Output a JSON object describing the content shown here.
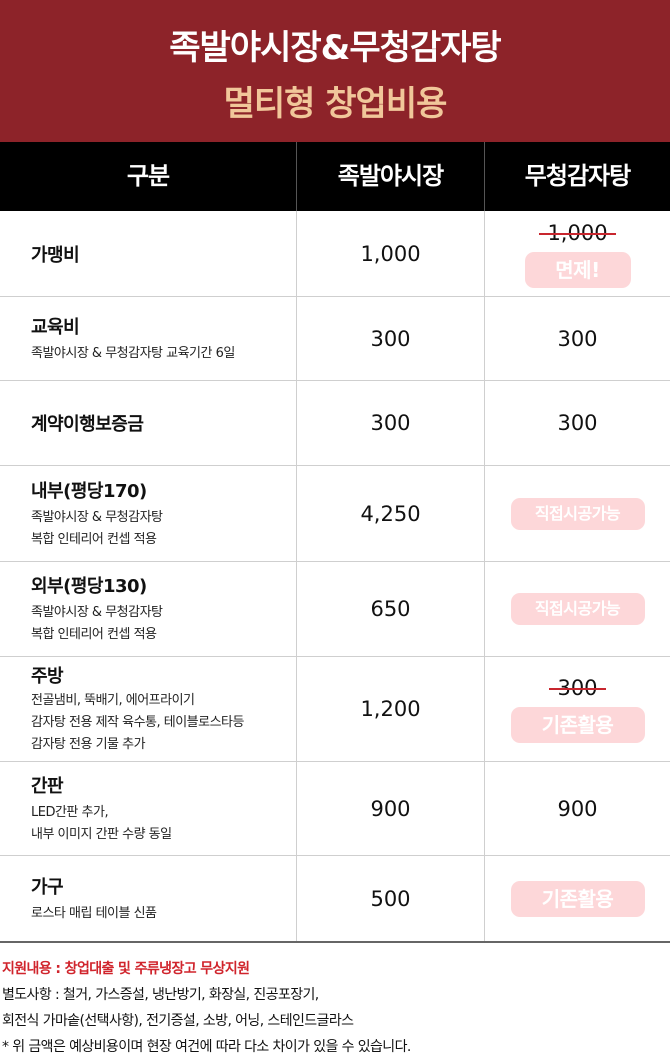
{
  "header": {
    "title_line1": "족발야시장&무청감자탕",
    "title_line2": "멀티형 창업비용"
  },
  "table": {
    "columns": [
      "구분",
      "족발야시장",
      "무청감자탕"
    ],
    "rows": [
      {
        "title": "가맹비",
        "notes": [],
        "val1": "1,000",
        "val2_strike": "1,000",
        "val2_badge": "면제!"
      },
      {
        "title": "교육비",
        "notes": [
          "족발야시장 & 무청감자탕 교육기간 6일"
        ],
        "val1": "300",
        "val2": "300"
      },
      {
        "title": "계약이행보증금",
        "notes": [],
        "val1": "300",
        "val2": "300"
      },
      {
        "title": "내부(평당170)",
        "notes": [
          "족발야시장 & 무청감자탕",
          "복합 인테리어 컨셉 적용"
        ],
        "val1": "4,250",
        "val2_badge": "직접시공가능"
      },
      {
        "title": "외부(평당130)",
        "notes": [
          "족발야시장 & 무청감자탕",
          "복합 인테리어 컨셉 적용"
        ],
        "val1": "650",
        "val2_badge": "직접시공가능"
      },
      {
        "title": "주방",
        "notes": [
          "전골냄비, 뚝배기, 에어프라이기",
          "감자탕 전용 제작 육수통, 테이블로스타등",
          "감자탕 전용 기물 추가"
        ],
        "val1": "1,200",
        "val2_strike": "300",
        "val2_badge": "기존활용"
      },
      {
        "title": "간판",
        "notes": [
          "LED간판 추가,",
          "내부 이미지 간판 수량 동일"
        ],
        "val1": "900",
        "val2": "900"
      },
      {
        "title": "가구",
        "notes": [
          "로스타 매립 테이블 신품"
        ],
        "val1": "500",
        "val2_badge": "기존활용"
      }
    ]
  },
  "footer": {
    "support": "지원내용 : 창업대출 및 주류냉장고 무상지원",
    "extra_line1": "별도사항 : 철거, 가스증설, 냉난방기, 화장실, 진공포장기,",
    "extra_line2": "회전식 가마솥(선택사항), 전기증설, 소방, 어닝, 스테인드글라스",
    "disclaimer": "* 위 금액은 예상비용이며 현장 여건에 따라 다소 차이가 있을 수 있습니다."
  },
  "colors": {
    "header_bg": "#8d2329",
    "subtitle": "#f1c79a",
    "badge_bg": "#fdd7d9",
    "strike": "#c8262e",
    "support_text": "#d0242c"
  }
}
